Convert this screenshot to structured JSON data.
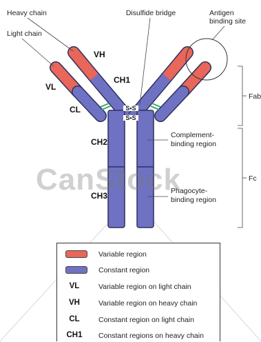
{
  "labels": {
    "heavy_chain": "Heavy chain",
    "light_chain": "Light chain",
    "disulfide_bridge": "Disulfide bridge",
    "antigen_binding_site_line1": "Antigen",
    "antigen_binding_site_line2": "binding site",
    "fab": "Fab",
    "fc": "Fc",
    "complement_line1": "Complement-",
    "complement_line2": "binding region",
    "phagocyte_line1": "Phagocyte-",
    "phagocyte_line2": "binding region"
  },
  "segments": {
    "vh": "VH",
    "vl": "VL",
    "ch1": "CH1",
    "cl": "CL",
    "ch2": "CH2",
    "ch3": "CH3"
  },
  "disulfide": {
    "top": "S•S",
    "bottom": "S•S"
  },
  "legend": {
    "variable": "Variable region",
    "constant": "Constant region",
    "vl_abbr": "VL",
    "vl_desc": "Variable region on light chain",
    "vh_abbr": "VH",
    "vh_desc": "Variable region on heavy chain",
    "cl_abbr": "CL",
    "cl_desc": "Constant region on light chain",
    "ch1_abbr": "CH1",
    "ch1_desc": "Constant regions on heavy chain"
  },
  "watermark": "CanStock",
  "colors": {
    "variable": "#e8675a",
    "constant": "#6f72c2",
    "outline": "#2e2f5e",
    "bridge": "#3aa86b"
  }
}
